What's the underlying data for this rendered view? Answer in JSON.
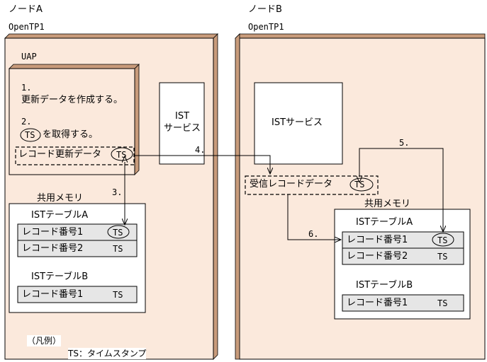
{
  "node_a": {
    "title": "ノードA",
    "product": "OpenTP1",
    "uap_label": "UAP",
    "step1_number": "1.",
    "step1_text": "更新データを作成する。",
    "step2_number": "2.",
    "step2_text": "を取得する。",
    "record_update_data": "レコード更新データ",
    "ist_service": [
      "IST",
      "サービス"
    ],
    "shared_memory": "共用メモリ",
    "table_a": {
      "name": "ISTテーブルA",
      "rows": [
        {
          "label": "レコード番号1",
          "ts": "TS"
        },
        {
          "label": "レコード番号2",
          "ts": "TS"
        }
      ]
    },
    "table_b": {
      "name": "ISTテーブルB",
      "rows": [
        {
          "label": "レコード番号1",
          "ts": "TS"
        }
      ]
    }
  },
  "node_b": {
    "title": "ノードB",
    "product": "OpenTP1",
    "ist_service": "ISTサービス",
    "received_record_data": "受信レコードデータ",
    "shared_memory": "共用メモリ",
    "table_a": {
      "name": "ISTテーブルA",
      "rows": [
        {
          "label": "レコード番号1",
          "ts": "TS"
        },
        {
          "label": "レコード番号2",
          "ts": "TS"
        }
      ]
    },
    "table_b": {
      "name": "ISTテーブルB",
      "rows": [
        {
          "label": "レコード番号1",
          "ts": "TS"
        }
      ]
    }
  },
  "ts": "TS",
  "steps": {
    "s3": "3.",
    "s4": "4.",
    "s5": "5.",
    "s6": "6."
  },
  "legend": {
    "title": "（凡例）",
    "entry": "TS：タイムスタンプ"
  },
  "colors": {
    "node_fill": "#fbe9dc",
    "node_shadow": "#c89b7b",
    "cell_fill": "#e6e6e6",
    "line": "#000000"
  }
}
